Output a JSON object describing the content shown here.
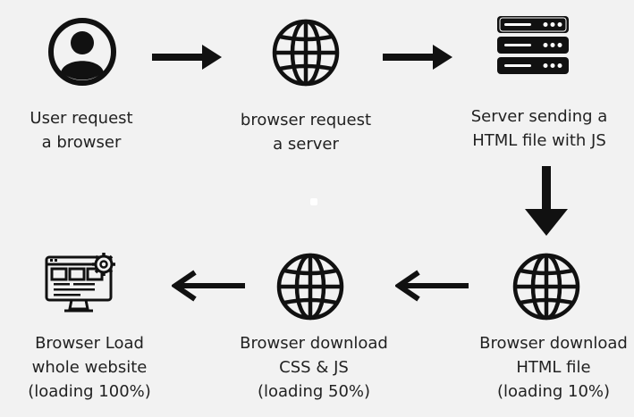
{
  "steps": [
    {
      "icon": "user-icon",
      "lines": [
        "User request",
        "a browser"
      ]
    },
    {
      "icon": "globe-icon",
      "lines": [
        "browser request",
        "a server"
      ]
    },
    {
      "icon": "server-icon",
      "lines": [
        "Server sending a",
        "HTML file with JS"
      ]
    },
    {
      "icon": "globe-icon",
      "lines": [
        "Browser download",
        "HTML file",
        "(loading 10%)"
      ]
    },
    {
      "icon": "globe-icon",
      "lines": [
        "Browser download",
        "CSS & JS",
        "(loading 50%)"
      ]
    },
    {
      "icon": "website-monitor-icon",
      "lines": [
        "Browser Load",
        "whole website",
        "(loading 100%)"
      ]
    }
  ],
  "colors": {
    "background": "#f2f2f2",
    "ink": "#111111",
    "text": "#222222"
  }
}
